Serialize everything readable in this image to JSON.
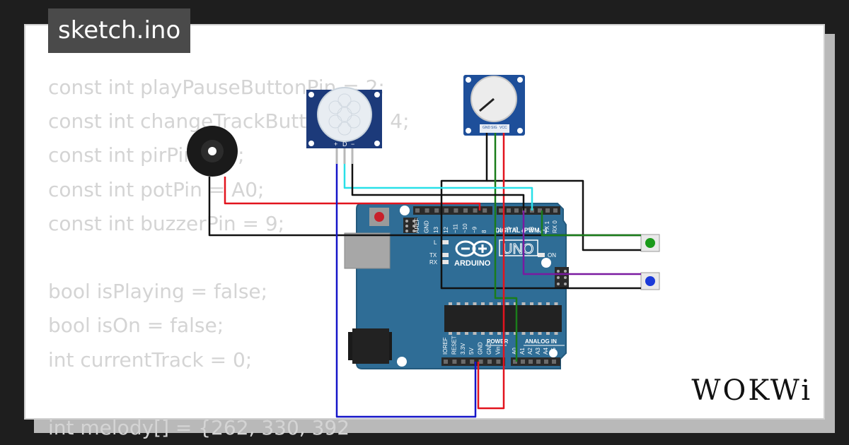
{
  "window": {
    "filename": "sketch.ino"
  },
  "code_lines": [
    "const int playPauseButtonPin = 2;",
    "const int changeTrackButtonPin = 4;",
    "const int pirPin = 3;",
    "const int potPin = A0;",
    "const int buzzerPin = 9;",
    "",
    "bool isPlaying = false;",
    "bool isOn = false;",
    "int currentTrack = 0;",
    "",
    "int melody[] = {262, 330, 392"
  ],
  "board": {
    "brand": "ARDUINO",
    "model": "UNO",
    "on_label": "ON",
    "digital_label": "DIGITAL (PWM ~)",
    "power_label": "POWER",
    "analog_label": "ANALOG IN",
    "l_label": "L",
    "tx_label": "TX",
    "rx_label": "RX",
    "power_pins": [
      "IOREF",
      "RESET",
      "3.3V",
      "5V",
      "GND",
      "GND",
      "Vin"
    ],
    "analog_pins": [
      "A0",
      "A1",
      "A2",
      "A3",
      "A4",
      "A5"
    ],
    "aref_pins": [
      "AREF",
      "GND",
      "13",
      "12",
      "~11",
      "~10",
      "~9",
      "8"
    ],
    "digital_pins": [
      "7",
      "~6",
      "~5",
      "4",
      "~3",
      "2",
      "TX 1",
      "RX 0"
    ]
  },
  "pir": {
    "pins": [
      "+",
      "D",
      "−"
    ]
  },
  "pot": {
    "pins": [
      "GND",
      "SIG",
      "VCC"
    ]
  },
  "colors": {
    "board": "#2f6d96",
    "wire_red": "#e2141e",
    "wire_black": "#111111",
    "wire_green": "#1a7d1a",
    "wire_cyan": "#29e0e8",
    "wire_blue": "#1515c8",
    "wire_purple": "#7a1aa0",
    "button_green": "#1a9a1a",
    "button_blue": "#1a3ad8"
  },
  "logo": {
    "text": "WOKWi"
  }
}
